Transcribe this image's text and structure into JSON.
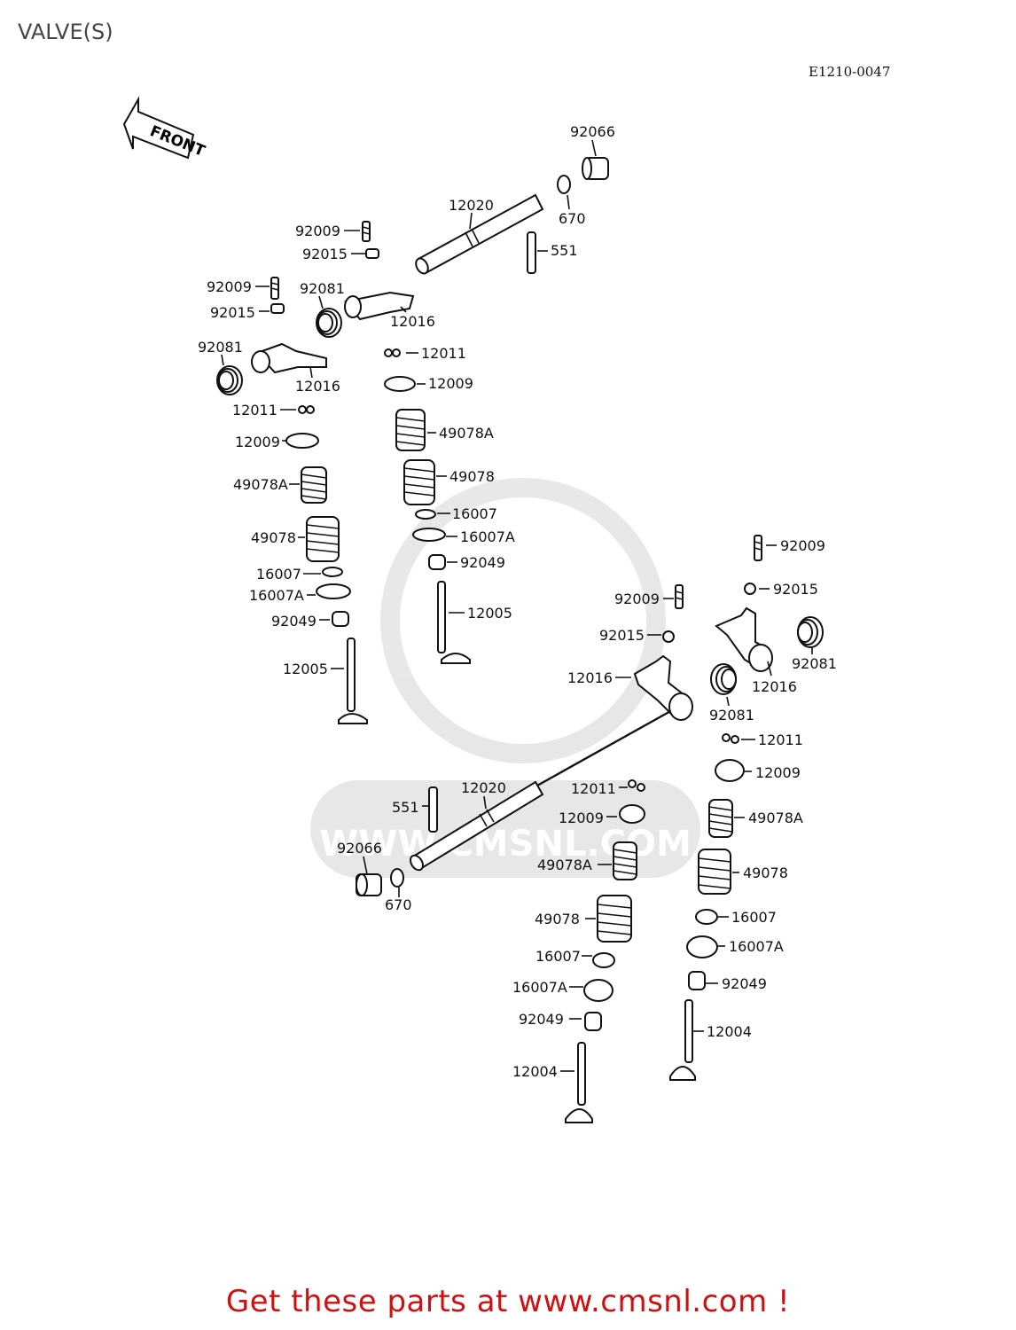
{
  "title": "VALVE(S)",
  "diagram_code": "E1210-0047",
  "front_label": "FRONT",
  "watermark": "WWW.CMSNL.COM",
  "footer": "Get these parts at www.cmsnl.com !",
  "colors": {
    "footer_text": "#d01010",
    "title_text": "#444444",
    "line_art": "#111111"
  },
  "labels": {
    "l92066a": "92066",
    "l670a": "670",
    "l12020a": "12020",
    "l551a": "551",
    "l92009a": "92009",
    "l92015a": "92015",
    "l92009b": "92009",
    "l92081a": "92081",
    "l92015b": "92015",
    "l12016a": "12016",
    "l92081b": "92081",
    "l12016b": "12016",
    "l12011a": "12011",
    "l12009a": "12009",
    "l12011b": "12011",
    "l12009b": "12009",
    "l49078Aa": "49078A",
    "l49078a": "49078",
    "l49078Ab": "49078A",
    "l49078b": "49078",
    "l16007a": "16007",
    "l16007Aa": "16007A",
    "l16007b": "16007",
    "l16007Ab": "16007A",
    "l92049a": "92049",
    "l92049b": "92049",
    "l12005a": "12005",
    "l12005b": "12005",
    "l92009c": "92009",
    "l92015c": "92015",
    "l92009d": "92009",
    "l92015d": "92015",
    "l12016c": "12016",
    "l92081c": "92081",
    "l12016d": "12016",
    "l92081d": "92081",
    "l12011c": "12011",
    "l12009c": "12009",
    "l12020b": "12020",
    "l12011d": "12011",
    "l12009d": "12009",
    "l551b": "551",
    "l49078Ac": "49078A",
    "l49078Ad": "49078A",
    "l92066b": "92066",
    "l49078c": "49078",
    "l670b": "670",
    "l49078d": "49078",
    "l16007c": "16007",
    "l16007Ac": "16007A",
    "l16007d": "16007",
    "l92049c": "92049",
    "l16007Ad": "16007A",
    "l92049d": "92049",
    "l12004a": "12004",
    "l12004b": "12004"
  }
}
